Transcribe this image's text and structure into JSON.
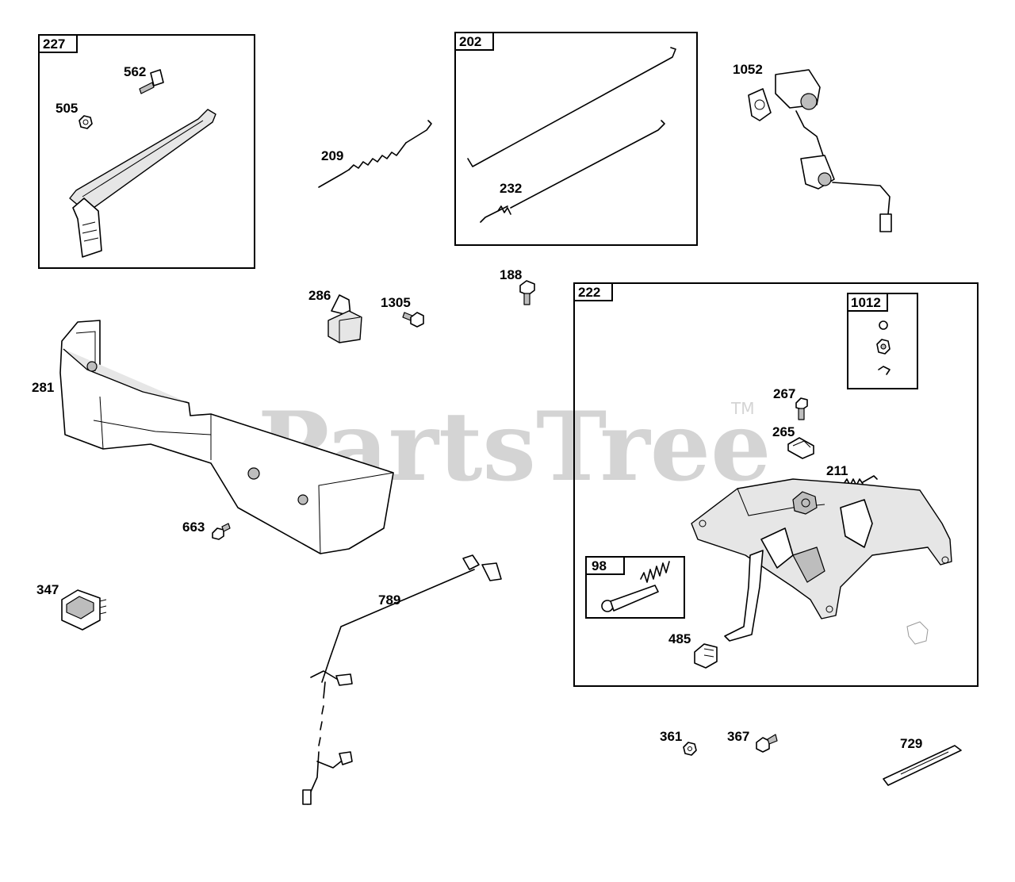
{
  "watermark": {
    "text": "PartsTree",
    "tm": "TM"
  },
  "boxes": {
    "b227": "227",
    "b202": "202",
    "b222": "222",
    "b1012": "1012",
    "b98": "98"
  },
  "callouts": {
    "c562": "562",
    "c505": "505",
    "c209": "209",
    "c232": "232",
    "c1052": "1052",
    "c188": "188",
    "c286": "286",
    "c1305": "1305",
    "c281": "281",
    "c663": "663",
    "c347": "347",
    "c789": "789",
    "c267": "267",
    "c265": "265",
    "c211": "211",
    "c485": "485",
    "c361": "361",
    "c367": "367",
    "c729": "729"
  }
}
